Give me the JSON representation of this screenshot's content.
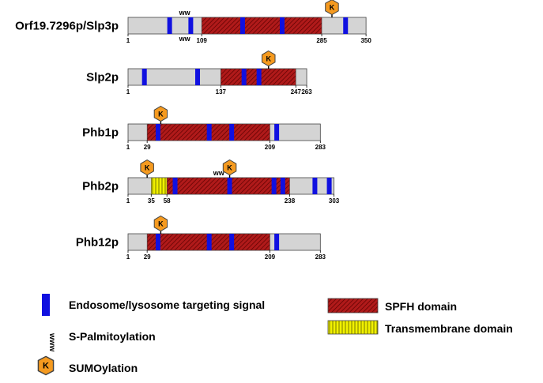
{
  "colors": {
    "backbone": "#d4d4d4",
    "spfh": "#b01a1a",
    "hatch": "#5a0000",
    "endo": "#1010e0",
    "tm": "#f0f000",
    "sumo": "#f59a1f",
    "outline": "#444444"
  },
  "proteins": [
    {
      "name": "Orf19.7296p/Slp3p",
      "length": 350,
      "spfh": [
        109,
        285
      ],
      "tm": null,
      "endosome": [
        62,
        93,
        169,
        227,
        320
      ],
      "palmitoylation": [
        84
      ],
      "palm_side": "both",
      "sumo": [
        300
      ],
      "ticks": [
        {
          "label": "1",
          "pos": 1
        },
        {
          "label": "109",
          "pos": 109
        },
        {
          "label": "285",
          "pos": 285
        },
        {
          "label": "350",
          "pos": 350
        }
      ]
    },
    {
      "name": "Slp2p",
      "length": 263,
      "spfh": [
        137,
        247
      ],
      "tm": null,
      "endosome": [
        25,
        103,
        171,
        193
      ],
      "palmitoylation": [],
      "palm_side": "none",
      "sumo": [
        207
      ],
      "ticks": [
        {
          "label": "1",
          "pos": 1
        },
        {
          "label": "137",
          "pos": 137
        },
        {
          "label": "247",
          "pos": 247
        },
        {
          "label": "263",
          "pos": 263
        }
      ]
    },
    {
      "name": "Phb1p",
      "length": 283,
      "spfh": [
        29,
        209
      ],
      "tm": null,
      "endosome": [
        45,
        120,
        153,
        219
      ],
      "palmitoylation": [],
      "palm_side": "none",
      "sumo": [
        49
      ],
      "ticks": [
        {
          "label": "1",
          "pos": 1
        },
        {
          "label": "29",
          "pos": 29
        },
        {
          "label": "209",
          "pos": 209
        },
        {
          "label": "283",
          "pos": 283
        }
      ]
    },
    {
      "name": "Phb2p",
      "length": 303,
      "spfh": [
        58,
        238
      ],
      "tm": [
        35,
        58
      ],
      "endosome": [
        70,
        150,
        215,
        228,
        275,
        303
      ],
      "palmitoylation": [
        134
      ],
      "palm_side": "top",
      "sumo": [
        29,
        150
      ],
      "ticks": [
        {
          "label": "1",
          "pos": 1
        },
        {
          "label": "35",
          "pos": 35
        },
        {
          "label": "58",
          "pos": 58
        },
        {
          "label": "238",
          "pos": 238
        },
        {
          "label": "303",
          "pos": 303
        }
      ]
    },
    {
      "name": "Phb12p",
      "length": 283,
      "spfh": [
        29,
        209
      ],
      "tm": null,
      "endosome": [
        45,
        120,
        153,
        219
      ],
      "palmitoylation": [],
      "palm_side": "none",
      "sumo": [
        49
      ],
      "ticks": [
        {
          "label": "1",
          "pos": 1
        },
        {
          "label": "29",
          "pos": 29
        },
        {
          "label": "209",
          "pos": 209
        },
        {
          "label": "283",
          "pos": 283
        }
      ]
    }
  ],
  "sumo_letter": "K",
  "palm_glyph": "ww",
  "legend": {
    "endosome": "Endosome/lysosome targeting signal",
    "palmitoylation": "S-Palmitoylation",
    "sumoylation": "SUMOylation",
    "spfh": "SPFH domain",
    "tm": "Transmembrane domain"
  }
}
